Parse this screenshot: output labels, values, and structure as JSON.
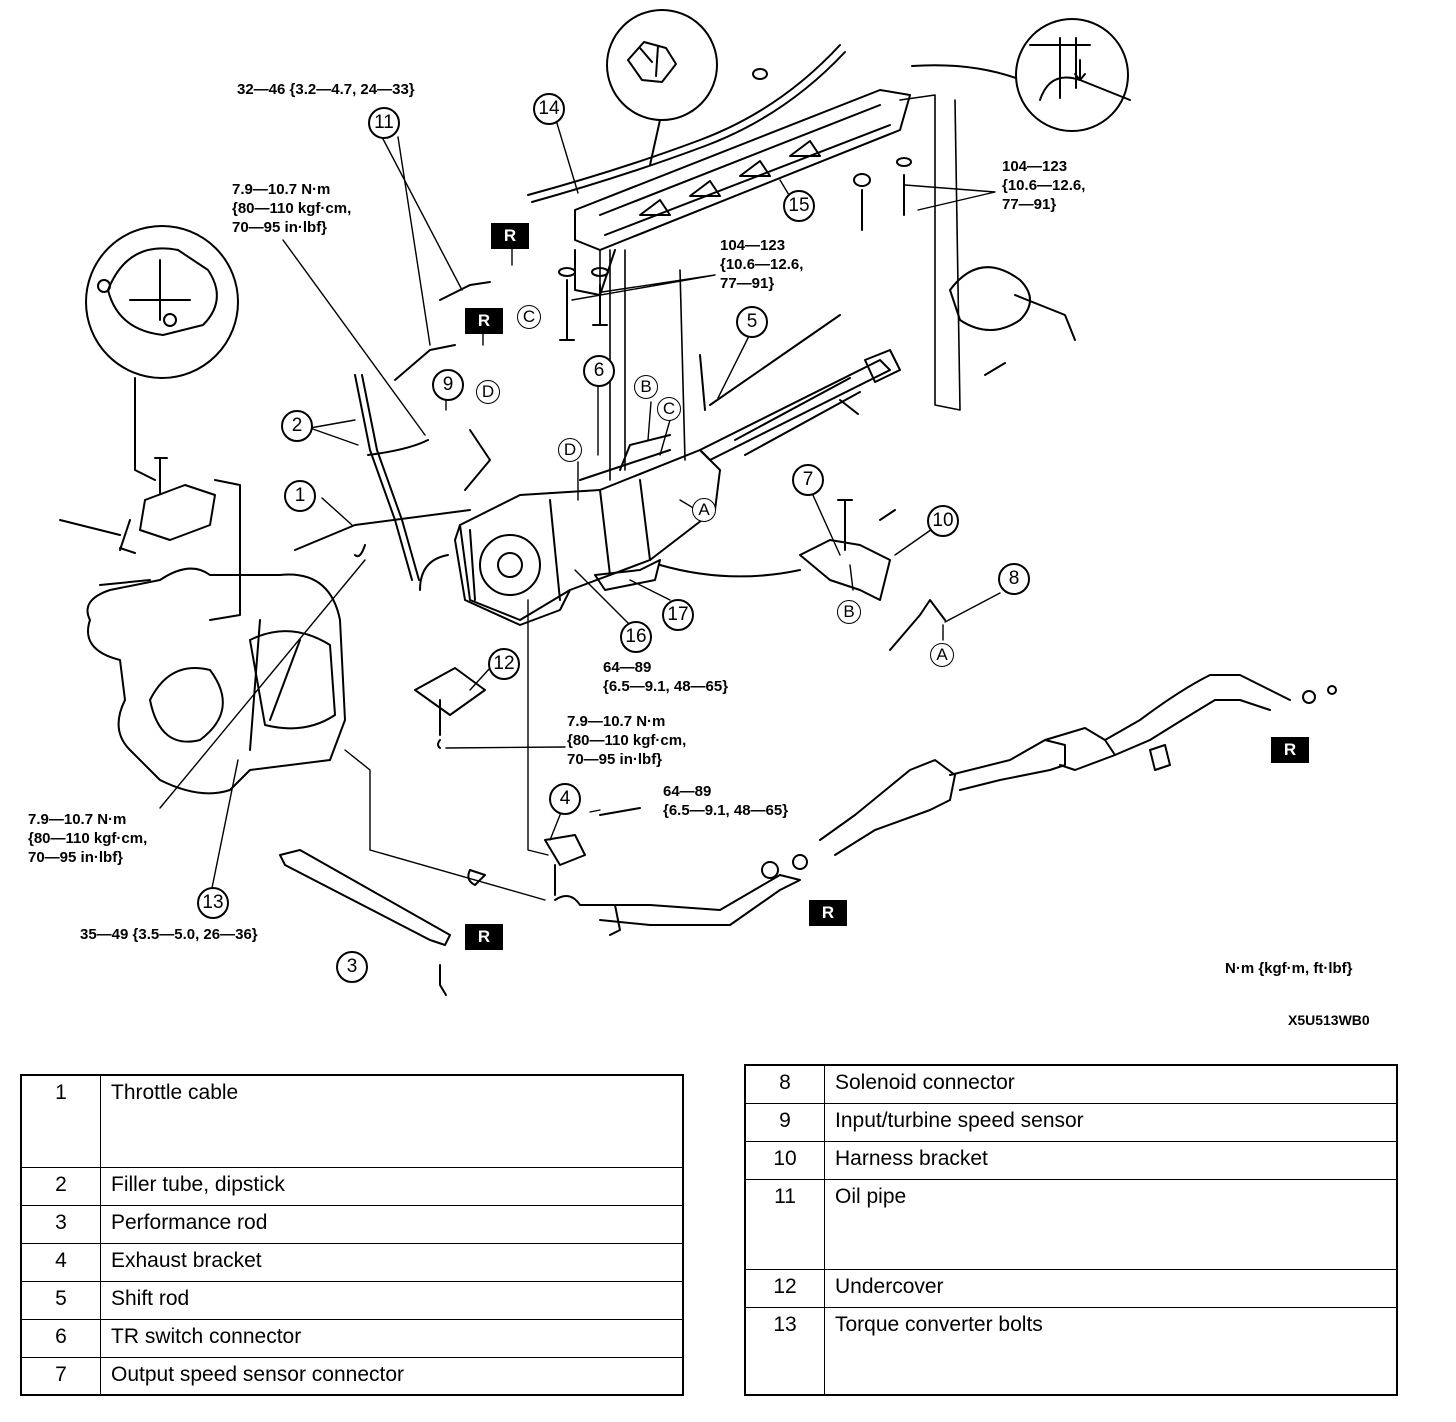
{
  "torque_labels": [
    {
      "id": "t-oilpipe",
      "lines": [
        "32—46 {3.2—4.7, 24—33}"
      ]
    },
    {
      "id": "t-dipstick",
      "lines": [
        "7.9—10.7 N·m",
        "{80—110 kgf·cm,",
        "70—95 in·lbf}"
      ]
    },
    {
      "id": "t-crossmember-left",
      "lines": [
        "104—123",
        "{10.6—12.6,",
        "77—91}"
      ]
    },
    {
      "id": "t-crossmember-right",
      "lines": [
        "104—123",
        "{10.6—12.6,",
        "77—91}"
      ]
    },
    {
      "id": "t-transmission-mount",
      "lines": [
        "64—89",
        "{6.5—9.1, 48—65}"
      ]
    },
    {
      "id": "t-undercover",
      "lines": [
        "7.9—10.7 N·m",
        "{80—110 kgf·cm,",
        "70—95 in·lbf}"
      ]
    },
    {
      "id": "t-torque-converter",
      "lines": [
        "7.9—10.7 N·m",
        "{80—110 kgf·cm,",
        "70—95 in·lbf}"
      ]
    },
    {
      "id": "t-exhaust-bracket",
      "lines": [
        "64—89",
        "{6.5—9.1, 48—65}"
      ]
    },
    {
      "id": "t-performance-rod",
      "lines": [
        "35—49 {3.5—5.0, 26—36}"
      ]
    }
  ],
  "callouts": [
    "1",
    "2",
    "3",
    "4",
    "5",
    "6",
    "7",
    "8",
    "9",
    "10",
    "11",
    "12",
    "13",
    "14",
    "15",
    "16",
    "17"
  ],
  "letters": [
    "A",
    "B",
    "C",
    "D"
  ],
  "replace_mark": "R",
  "units_note": "N·m {kgf·m, ft·lbf}",
  "figure_code": "X5U513WB0",
  "parts_left": [
    {
      "num": "1",
      "name": "Throttle cable"
    },
    {
      "num": "2",
      "name": "Filler tube, dipstick"
    },
    {
      "num": "3",
      "name": "Performance rod"
    },
    {
      "num": "4",
      "name": "Exhaust bracket"
    },
    {
      "num": "5",
      "name": "Shift rod"
    },
    {
      "num": "6",
      "name": "TR switch connector"
    },
    {
      "num": "7",
      "name": "Output speed sensor connector"
    }
  ],
  "parts_right": [
    {
      "num": "8",
      "name": "Solenoid connector"
    },
    {
      "num": "9",
      "name": "Input/turbine speed sensor"
    },
    {
      "num": "10",
      "name": "Harness bracket"
    },
    {
      "num": "11",
      "name": "Oil pipe"
    },
    {
      "num": "12",
      "name": "Undercover"
    },
    {
      "num": "13",
      "name": "Torque converter bolts"
    }
  ]
}
